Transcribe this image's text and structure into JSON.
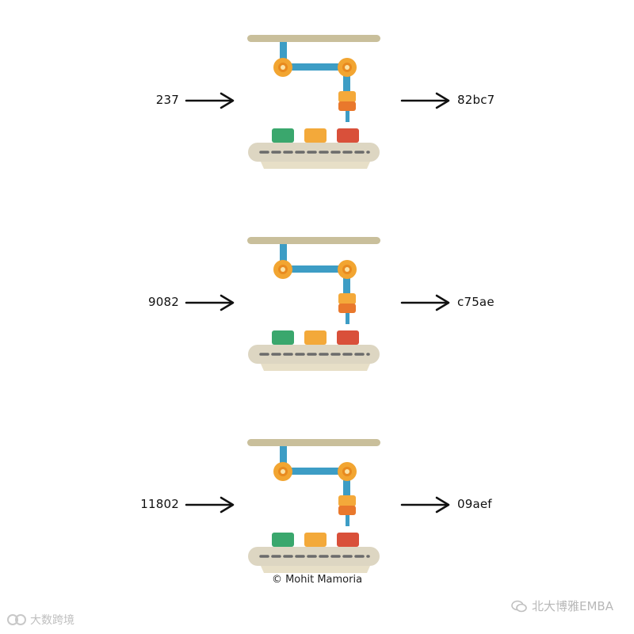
{
  "stages": [
    {
      "input": "237",
      "output": "82bc7"
    },
    {
      "input": "9082",
      "output": "c75ae"
    },
    {
      "input": "11802",
      "output": "09aef"
    }
  ],
  "credit": "© Mohit Mamoria",
  "watermarks": {
    "left_text": "大数跨境",
    "right_text": "北大博雅EMBA"
  },
  "colors": {
    "rail": "#c9bf9b",
    "arm": "#3d9dc5",
    "joint": "#f2a531",
    "joint_inner": "#e88a1f",
    "gripper_top": "#f4a93a",
    "gripper_bottom": "#e9782c",
    "box_green": "#3aa76d",
    "box_yellow": "#f3a93a",
    "box_red": "#d9503a",
    "belt": "#ddd6c2",
    "belt_dash": "#6b6b6b"
  }
}
